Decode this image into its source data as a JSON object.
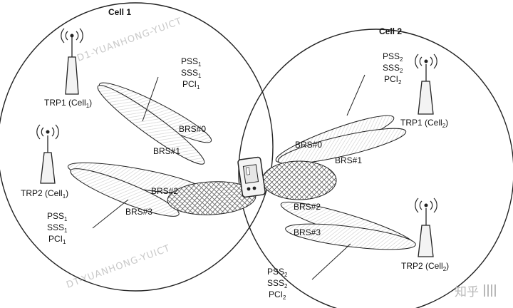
{
  "cells": [
    {
      "title": "Cell 1"
    },
    {
      "title": "Cell 2"
    }
  ],
  "trps": [
    {
      "name": "TRP1 (Cell",
      "sub": "1",
      "close": ")"
    },
    {
      "name": "TRP2 (Cell",
      "sub": "1",
      "close": ")"
    },
    {
      "name": "TRP1 (Cell",
      "sub": "2",
      "close": ")"
    },
    {
      "name": "TRP2 (Cell",
      "sub": "2",
      "close": ")"
    }
  ],
  "signal_groups": [
    {
      "lines": [
        {
          "t": "PSS",
          "s": "1"
        },
        {
          "t": "SSS",
          "s": "1"
        },
        {
          "t": "PCI",
          "s": "1"
        }
      ]
    },
    {
      "lines": [
        {
          "t": "PSS",
          "s": "1"
        },
        {
          "t": "SSS",
          "s": "1"
        },
        {
          "t": "PCI",
          "s": "1"
        }
      ]
    },
    {
      "lines": [
        {
          "t": "PSS",
          "s": "2"
        },
        {
          "t": "SSS",
          "s": "2"
        },
        {
          "t": "PCI",
          "s": "2"
        }
      ]
    },
    {
      "lines": [
        {
          "t": "PSS",
          "s": "2"
        },
        {
          "t": "SSS",
          "s": "2"
        },
        {
          "t": "PCI",
          "s": "2"
        }
      ]
    }
  ],
  "beams_cell1": [
    "BRS#0",
    "BRS#1",
    "BRS#2",
    "BRS#3"
  ],
  "beams_cell2": [
    "BRS#0",
    "BRS#1",
    "BRS#2",
    "BRS#3"
  ],
  "watermarks": [
    "D1-YUANHONG-YUICT",
    "DT-YUANHONG-YUICT"
  ],
  "brand": "知乎"
}
